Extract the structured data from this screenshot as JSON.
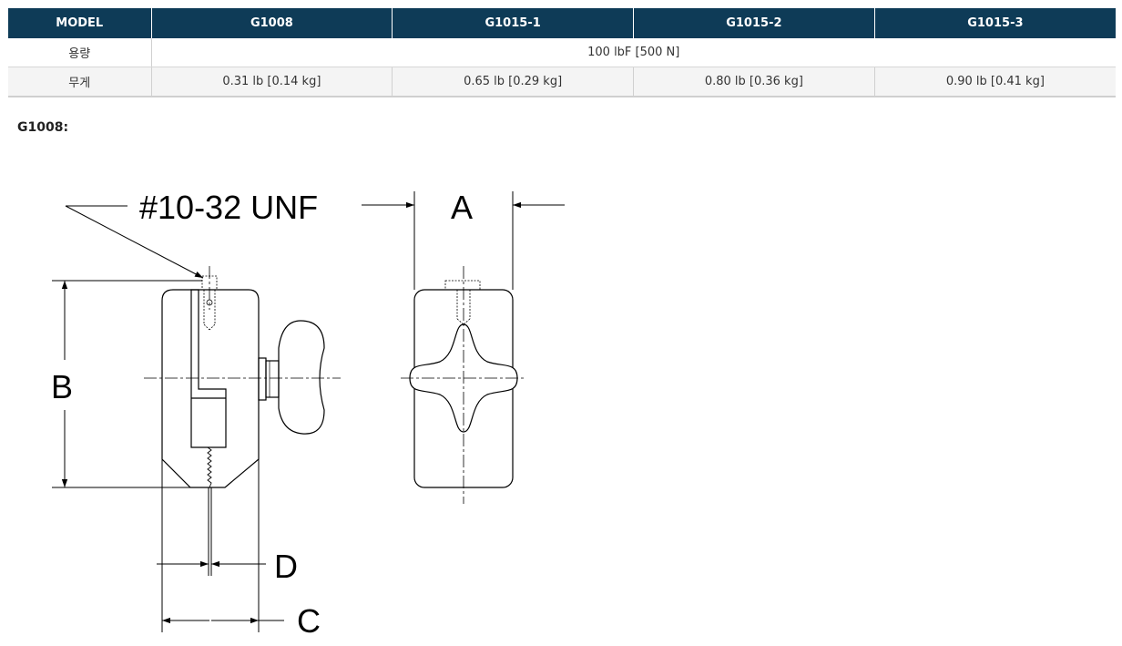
{
  "spec_table": {
    "headers": [
      "MODEL",
      "G1008",
      "G1015-1",
      "G1015-2",
      "G1015-3"
    ],
    "rows": {
      "capacity": {
        "label": "용량",
        "value": "100 lbF [500 N]"
      },
      "weight": {
        "label": "무게",
        "values": [
          "0.31 lb [0.14 kg]",
          "0.65 lb [0.29 kg]",
          "0.80 lb [0.36 kg]",
          "0.90 lb [0.41 kg]"
        ]
      }
    }
  },
  "caption": "G1008:",
  "drawing": {
    "thread_label": "#10-32 UNF",
    "dimension_labels": {
      "a": "A",
      "b": "B",
      "c": "C",
      "d": "D"
    }
  },
  "colors": {
    "header_bg": "#0e3b57",
    "header_text": "#ffffff",
    "alt_row": "#f4f4f4"
  }
}
